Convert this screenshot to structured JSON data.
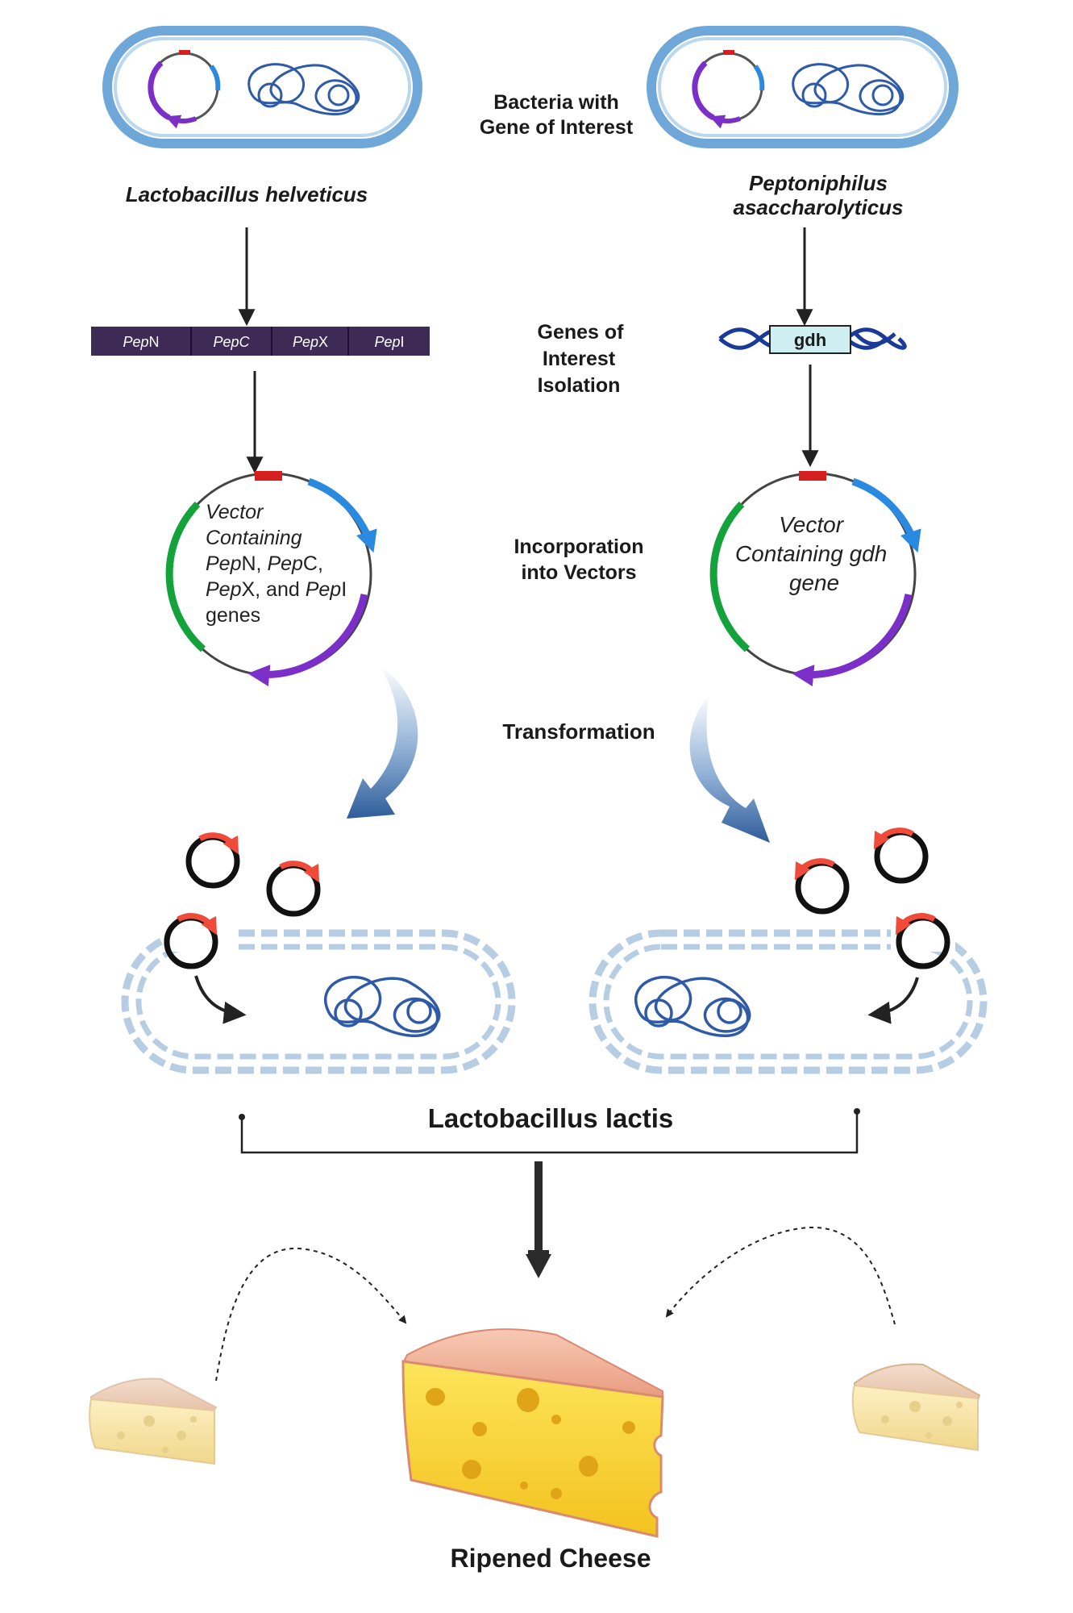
{
  "labels": {
    "source_left": "Lactobacillus helveticus",
    "source_right_line1": "Peptoniphilus",
    "source_right_line2": "asaccharolyticus",
    "step1_line1": "Bacteria with",
    "step1_line2": "Gene of Interest",
    "step2_line1": "Genes of",
    "step2_line2": "Interest",
    "step2_line3": "Isolation",
    "step3_line1": "Incorporation",
    "step3_line2": "into Vectors",
    "step4": "Transformation",
    "host": "Lactobacillus lactis",
    "result": "Ripened Cheese"
  },
  "gene_bar": {
    "seg1_italic": "Pep",
    "seg1_plain": "N",
    "seg2_italic": "PepC",
    "seg3_italic": "Pep",
    "seg3_plain": "X",
    "seg4_italic": "Pep",
    "seg4_plain": "I"
  },
  "gdh_label": "gdh",
  "vector_left": {
    "line1": "Vector",
    "line2": "Containing",
    "l3a": "Pep",
    "l3b": "N, ",
    "l3c": "Pep",
    "l3d": "C,",
    "l4a": "Pep",
    "l4b": "X, and ",
    "l4c": "Pep",
    "l4d": "I",
    "line5": "genes"
  },
  "vector_right": {
    "line1": "Vector",
    "line2": "Containing gdh",
    "line3": "gene"
  },
  "colors": {
    "membrane": "#6fa8d8",
    "dna": "#2f5aa8",
    "plasmid_purple": "#7b2fc8",
    "plasmid_green": "#13a33a",
    "plasmid_blue": "#2a8ae0",
    "marker_red": "#d62020",
    "gene_bar": "#3d2a55",
    "gdh_box": "#cfeef2",
    "cheese": "#f6d93a"
  }
}
